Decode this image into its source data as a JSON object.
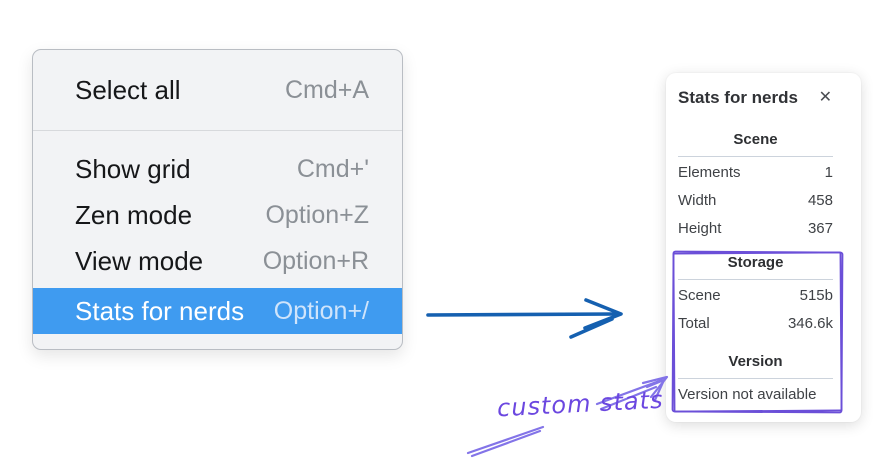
{
  "menu": {
    "items": [
      {
        "label": "Select all",
        "shortcut": "Cmd+A",
        "selected": false
      },
      {
        "label": "Show grid",
        "shortcut": "Cmd+'",
        "selected": false
      },
      {
        "label": "Zen mode",
        "shortcut": "Option+Z",
        "selected": false
      },
      {
        "label": "View mode",
        "shortcut": "Option+R",
        "selected": false
      },
      {
        "label": "Stats for nerds",
        "shortcut": "Option+/",
        "selected": true
      }
    ]
  },
  "stats_panel": {
    "title": "Stats for nerds",
    "close_icon": "✕",
    "sections": [
      {
        "heading": "Scene",
        "rows": [
          [
            "Elements",
            "1"
          ],
          [
            "Width",
            "458"
          ],
          [
            "Height",
            "367"
          ]
        ]
      },
      {
        "heading": "Storage",
        "rows": [
          [
            "Scene",
            "515b"
          ],
          [
            "Total",
            "346.6k"
          ]
        ]
      },
      {
        "heading": "Version",
        "note": "Version not available"
      }
    ]
  },
  "annotation": {
    "label": "custom stats"
  },
  "colors": {
    "menu_highlight": "#3f9bf0",
    "blue_arrow": "#1560b0",
    "purple_ink": "#6b4fd8",
    "purple_ink_light": "#8374e8"
  }
}
